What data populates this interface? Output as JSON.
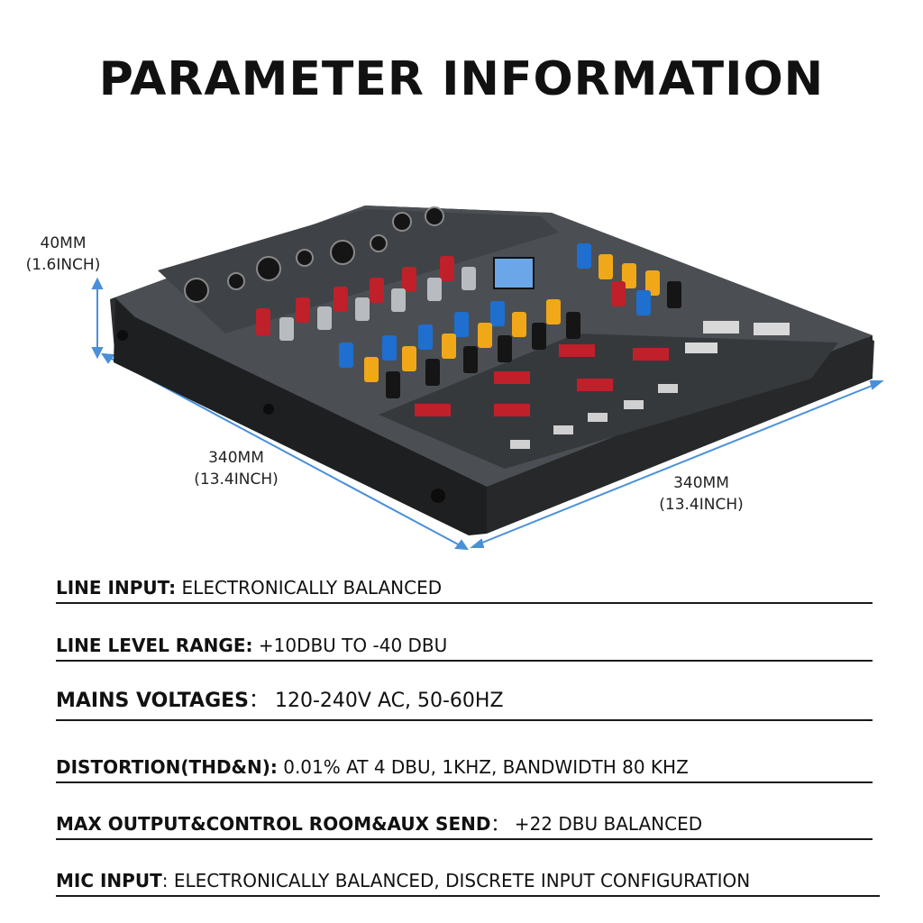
{
  "title": "PARAMETER INFORMATION",
  "dimensions": {
    "height": {
      "mm": "40MM",
      "inch": "(1.6INCH)"
    },
    "width": {
      "mm": "340MM",
      "inch": "(13.4INCH)"
    },
    "depth": {
      "mm": "340MM",
      "inch": "(13.4INCH)"
    }
  },
  "specs": [
    {
      "label": "LINE INPUT:",
      "value": " ELECTRONICALLY BALANCED"
    },
    {
      "label": "LINE LEVEL RANGE:",
      "value": " +10DBU TO -40 DBU"
    },
    {
      "label": "MAINS VOLTAGES",
      "value": "：  120-240V AC, 50-60HZ"
    },
    {
      "label": "DISTORTION(THD&N):",
      "value": " 0.01% AT 4 DBU, 1KHZ, BANDWIDTH 80 KHZ"
    },
    {
      "label": "MAX OUTPUT&CONTROL ROOM&AUX SEND",
      "value": "：  +22 DBU BALANCED"
    },
    {
      "label": "MIC INPUT",
      "value": ": ELECTRONICALLY BALANCED, DISCRETE INPUT CONFIGURATION"
    }
  ],
  "colors": {
    "dimension_line": "#4a90d9",
    "device_body": "#3a3d40",
    "accent_red": "#c0202a",
    "accent_blue": "#1e6fd0",
    "accent_yellow": "#f0a818"
  }
}
